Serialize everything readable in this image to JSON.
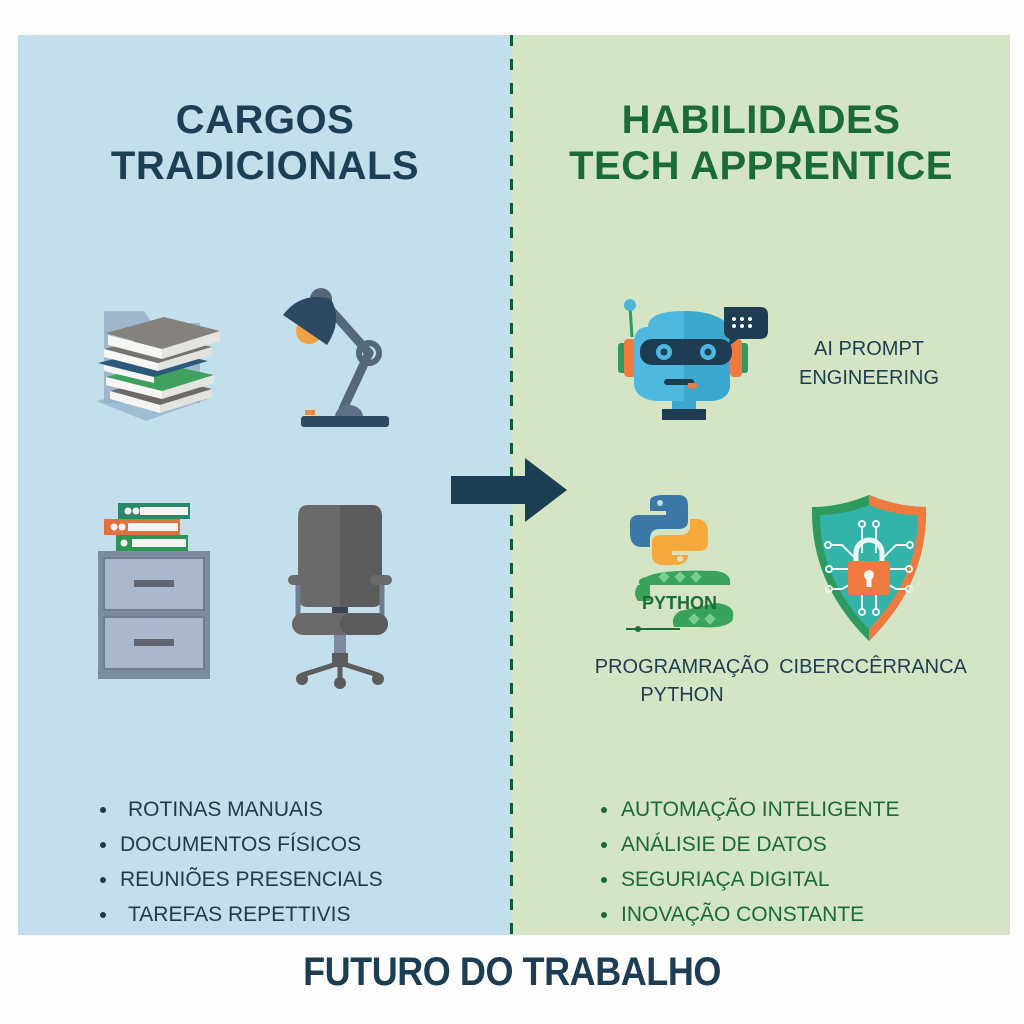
{
  "left_panel": {
    "title_line1": "CARGOS",
    "title_line2": "TRADICIONALS",
    "background": "#c4dfec",
    "icons": [
      "books-folder-icon",
      "desk-lamp-icon",
      "filing-cabinet-icon",
      "office-chair-icon"
    ],
    "bullets": [
      "ROTINAS MANUAIS",
      "DOCUMENTOS FÍSICOS",
      "REUNIÕES PRESENCIALS",
      "TAREFAS REPETTIVIS"
    ]
  },
  "right_panel": {
    "title_line1": "HABILIDADES",
    "title_line2": "TECH APPRENTICE",
    "background": "#d3e5c4",
    "skills": [
      {
        "icon": "robot-chat-icon",
        "line1": "AI PROMPT",
        "line2": "ENGINEERING"
      },
      {
        "icon": "python-logo-icon",
        "badge": "PYTHON",
        "line1": "PROGRAMRAÇÃO",
        "line2": "PYTHON"
      },
      {
        "icon": "security-shield-lock-icon",
        "line1": "CIBERCCÊRRANCA",
        "line2": ""
      }
    ],
    "bullets": [
      "AUTOMAÇÃO INTELIGENTE",
      "ANÁLISIE DE DATOS",
      "SEGURIAÇA DIGITAL",
      "INOVAÇÃO CONSTANTE"
    ]
  },
  "transition_arrow": {
    "icon": "right-arrow-icon",
    "color": "#1b3e52"
  },
  "footer": {
    "title": "FUTURO DO TRABALHO"
  },
  "colors": {
    "title_left": "#1d3f55",
    "title_right": "#1b6b3a",
    "divider": "#0f5a3a"
  }
}
